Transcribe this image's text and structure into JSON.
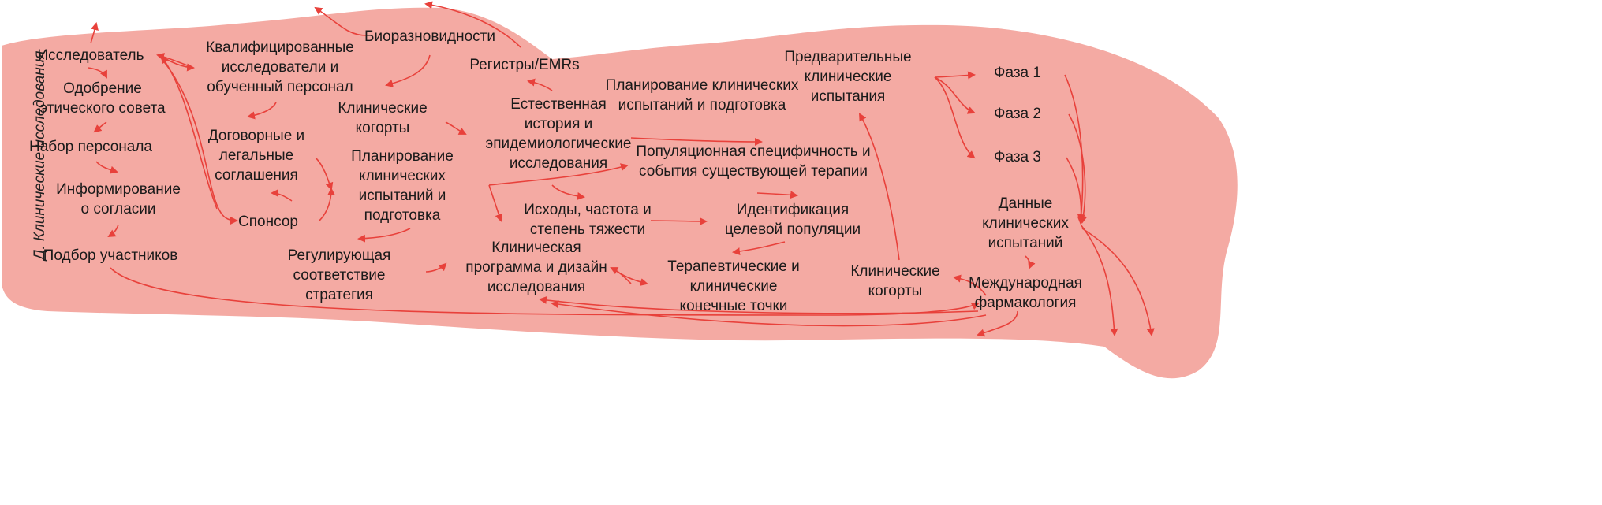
{
  "title": "Д. Клинические исследования",
  "colors": {
    "blob": "#f4aaa3",
    "arrow": "#e8413b",
    "text": "#1a1a1a"
  },
  "nodes": {
    "investigator": "Исследователь",
    "ethics": "Одобрение\nэтического совета",
    "recruitment": "Набор  персонала",
    "consent": "Информирование\nо согласии",
    "selection": "Подбор участников",
    "qualified": "Квалифицированные\nисследователи и\nобученный персонал",
    "biodiversity": "Биоразновидности",
    "registries": "Регистры/EMRs",
    "cohorts_left": "Клинические\nкогорты",
    "contracts": "Договорные и\nлегальные\nсоглашения",
    "sponsor": "Спонсор",
    "natural_history": "Естественная\nистория и\nэпидемиологические\nисследования",
    "planning_left": "Планирование\nклинических\nиспытаний и\nподготовка",
    "regulatory": "Регулирующая\nсоответствие\nстратегия",
    "program_design": "Клиническая\nпрограмма и дизайн\nисследования",
    "outcomes": "Исходы, частота и\nстепень тяжести",
    "planning_top": "Планирование клинических\nиспытаний и подготовка",
    "population": "Популяционная специфичность и\nсобытия существующей терапии",
    "target": "Идентификация\nцелевой популяции",
    "endpoints": "Терапевтические и\nклинические\nконечные точки",
    "preclinical": "Предварительные\nклинические\nиспытания",
    "cohorts_right": "Клинические\nкогорты",
    "phase1": "Фаза 1",
    "phase2": "Фаза 2",
    "phase3": "Фаза 3",
    "trial_data": "Данные\nклинических\nиспытаний",
    "pharmacology": "Международная\nфармакология"
  }
}
